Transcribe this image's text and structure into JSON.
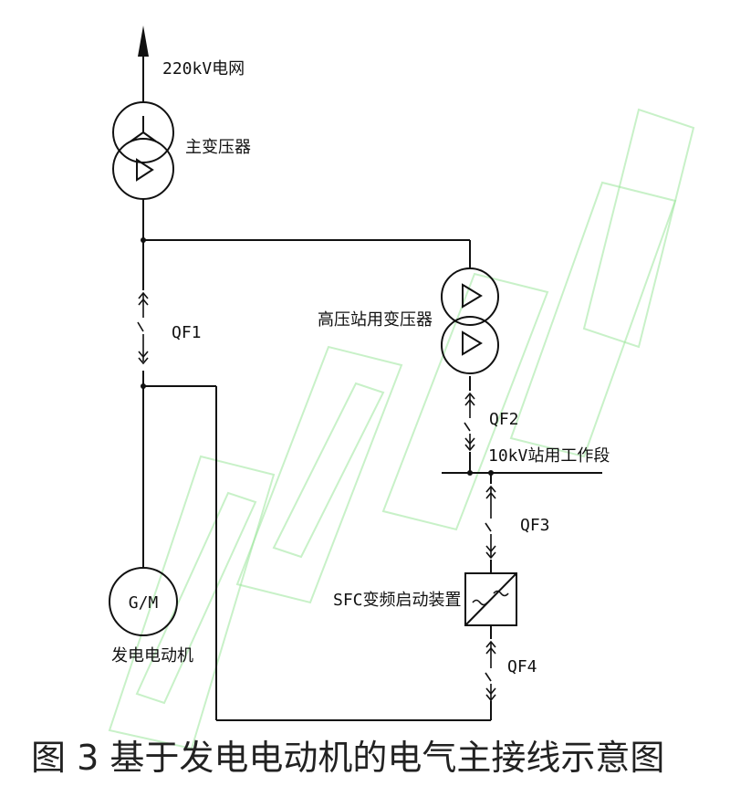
{
  "labels": {
    "grid": "220kV电网",
    "main_transformer": "主变压器",
    "station_transformer": "高压站用变压器",
    "qf1": "QF1",
    "qf2": "QF2",
    "qf3": "QF3",
    "qf4": "QF4",
    "bus": "10kV站用工作段",
    "sfc": "SFC变频启动装置",
    "gm": "G/M",
    "generator_motor": "发电电动机"
  },
  "caption": "图 3  基于发电电动机的电气主接线示意图",
  "colors": {
    "line": "#111111",
    "watermark": "#9be59b",
    "caption": "#222222"
  }
}
